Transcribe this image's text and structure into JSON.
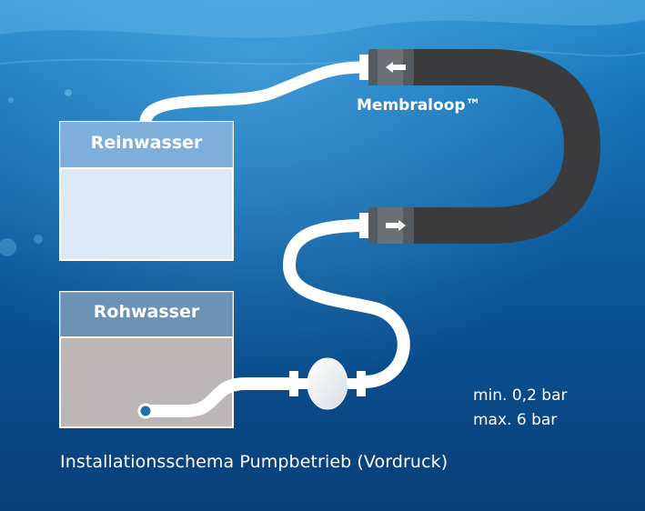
{
  "diagram": {
    "caption": "Installationsschema Pumpbetrieb (Vordruck)",
    "tanks": {
      "clean": {
        "label": "Reinwasser"
      },
      "raw": {
        "label": "Rohwasser"
      }
    },
    "device": {
      "label": "Membraloop™"
    },
    "pressure": {
      "min": "min. 0,2 bar",
      "max": "max. 6 bar"
    },
    "flow_arrows": {
      "top": "left",
      "bottom": "right"
    }
  },
  "colors": {
    "water_dark": "#083d74",
    "water_light": "#2f8fd0",
    "clean_water": "#dde9f7",
    "raw_water": "#bdb6b6",
    "membrane_tube": "#3b3b3d",
    "hose": "#ffffff",
    "connector": "#555a60"
  }
}
